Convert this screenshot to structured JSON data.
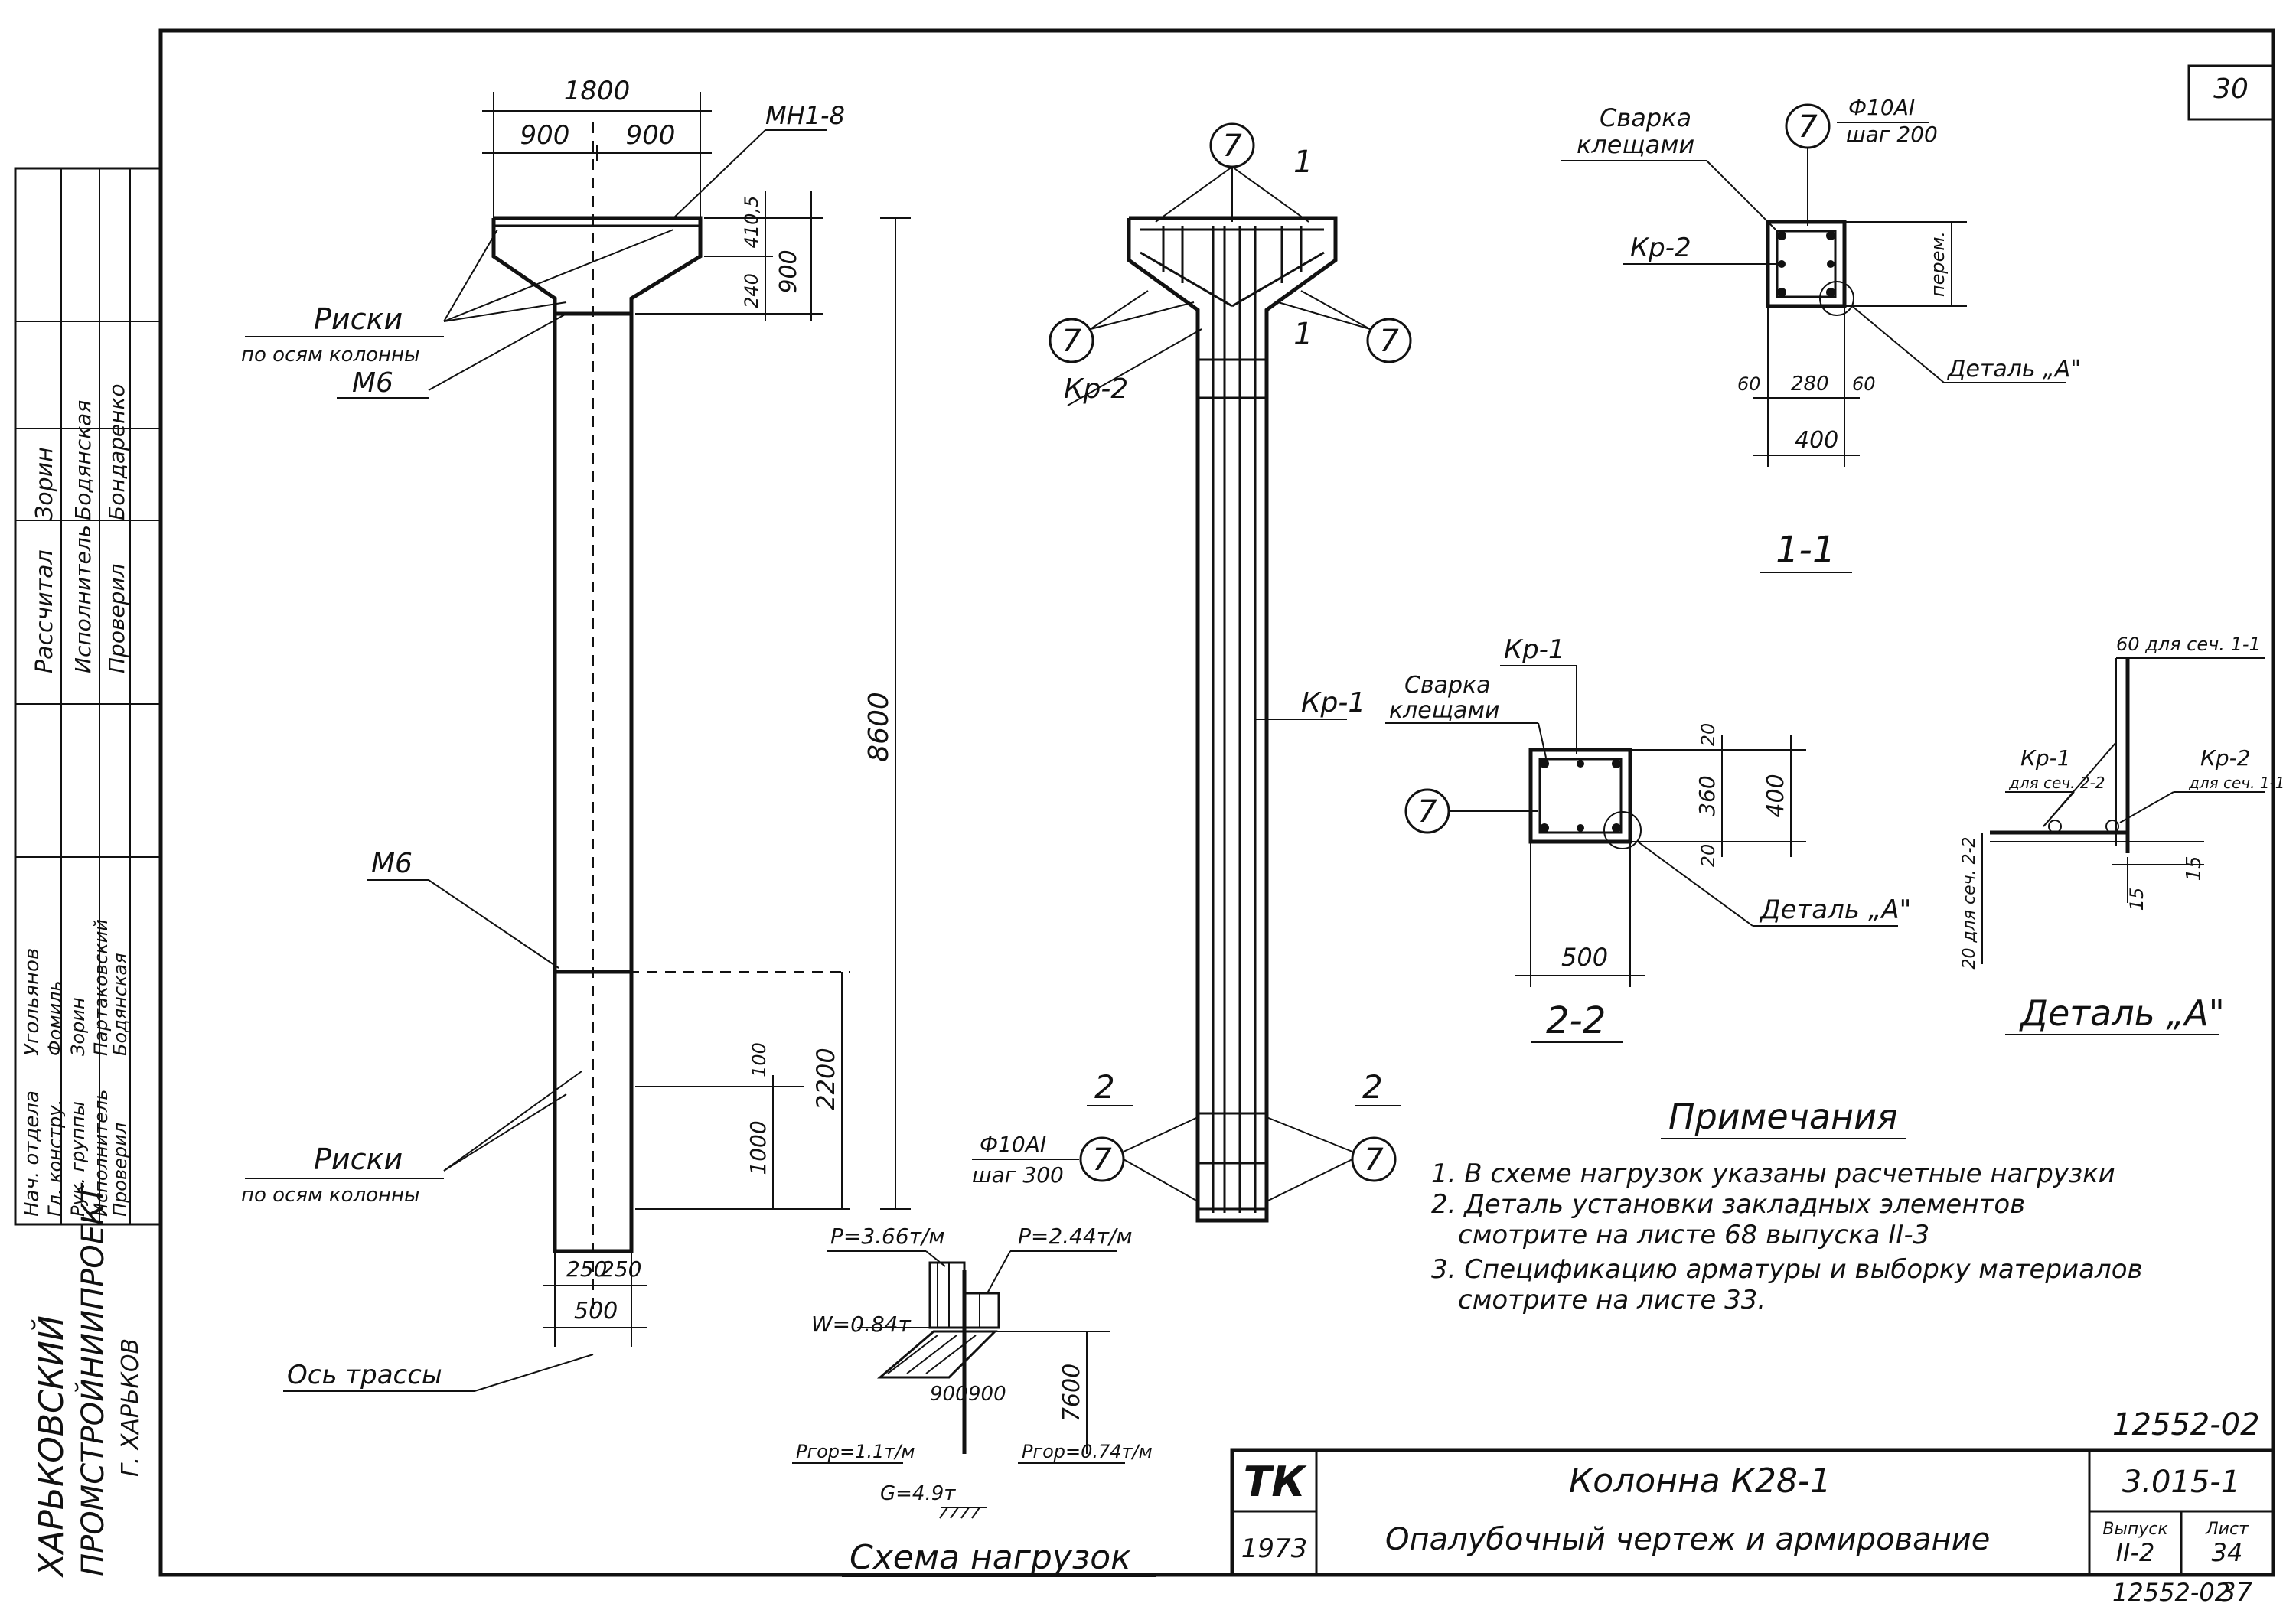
{
  "sheet_number_top": "30",
  "org": {
    "name1": "ХАРЬКОВСКИЙ",
    "name2": "ПРОМСТРОЙНИИПРОЕКТ",
    "city": "Г. ХАРЬКОВ"
  },
  "signatures": {
    "upper": [
      {
        "role": "Рассчитал",
        "name": "Зорин"
      },
      {
        "role": "Исполнитель",
        "name": "Бодянская"
      },
      {
        "role": "Проверил",
        "name": "Бондаренко"
      }
    ],
    "lower": [
      {
        "role": "Нач. отдела",
        "name": "Угольянов"
      },
      {
        "role": "Гл. констру.",
        "name": "Фомиль"
      },
      {
        "role": "Рук. группы",
        "name": "Зорин"
      },
      {
        "role": "Исполнитель",
        "name": "Партаковский"
      },
      {
        "role": "Проверил",
        "name": "Бодянская"
      }
    ]
  },
  "elevation": {
    "dim_total_width": "1800",
    "dim_half_left": "900",
    "dim_half_right": "900",
    "embedded_top": "МН1-8",
    "dim_head_height": "900",
    "dim_head_top": "410,5",
    "dim_head_taper": "240",
    "marks_label": "Риски",
    "marks_sub": "по осям колонны",
    "m6_top": "М6",
    "m6_mid": "М6",
    "dim_total_height": "8600",
    "dim_lower": "2200",
    "dim_lower_small": "100",
    "dim_lower_1000": "1000",
    "marks_label2": "Риски",
    "marks_sub2": "по осям колонны",
    "dim_b_left": "250",
    "dim_b_right": "250",
    "dim_b_total": "500",
    "axis_label": "Ось трассы"
  },
  "reinforcement": {
    "bubble_top": "7",
    "bubble_left": "7",
    "bubble_right": "7",
    "section_1_left": "1",
    "section_1_right": "1",
    "kr2": "Кр-2",
    "kr1": "Кр-1",
    "section_2_left": "2",
    "section_2_right": "2",
    "stirrup_label": "Ф10АI",
    "stirrup_step": "шаг 300",
    "bubble_bot_left": "7",
    "bubble_bot_right": "7"
  },
  "section_1_1": {
    "welding": "Сварка",
    "welding2": "клещами",
    "bubble": "7",
    "bar": "Ф10АI",
    "step": "шаг 200",
    "kr2": "Кр-2",
    "var": "перем.",
    "dim_a": "60",
    "dim_b": "280",
    "dim_c": "60",
    "dim_total": "400",
    "detail": "Деталь „А\"",
    "title": "1-1"
  },
  "section_2_2": {
    "kr1": "Кр-1",
    "welding": "Сварка",
    "welding2": "клещами",
    "bubble": "7",
    "dim_20a": "20",
    "dim_360": "360",
    "dim_20b": "20",
    "dim_400": "400",
    "dim_500": "500",
    "detail": "Деталь „А\"",
    "title": "2-2"
  },
  "detail_a": {
    "top_note": "60 для сеч. 1-1",
    "kr1": "Кр-1",
    "kr1_sub": "для сеч. 2-2",
    "kr2": "Кр-2",
    "kr2_sub": "для сеч. 1-1",
    "side_note": "20 для сеч. 2-2",
    "dim_15": "15",
    "dim_15b": "15",
    "title": "Деталь „А\""
  },
  "load_scheme": {
    "p_left": "Р=3.66т/м",
    "p_right": "Р=2.44т/м",
    "wind": "W=0.84т",
    "d1": "900",
    "d2": "900",
    "dim_h": "7600",
    "ptop_left": "Ргор=1.1т/м",
    "ptop_right": "Ргор=0.74т/м",
    "g": "G=4.9т",
    "title": "Схема нагрузок"
  },
  "notes": {
    "title": "Примечания",
    "n1": "1. В схеме нагрузок указаны расчетные нагрузки",
    "n2a": "2. Деталь установки закладных элементов",
    "n2b": "смотрите на листе 68 выпуска II-3",
    "n3a": "3. Спецификацию арматуры и выборку материалов",
    "n3b": "смотрите на листе 33."
  },
  "title_block": {
    "doc_number": "12552-02",
    "logo": "ТК",
    "year": "1973",
    "title1": "Колонна К28-1",
    "title2": "Опалубочный чертеж и армирование",
    "series": "3.015-1",
    "issue_label": "Выпуск",
    "issue": "II-2",
    "sheet_label": "Лист",
    "sheet": "34",
    "bottom_number": "12552-02",
    "bottom_page": "37"
  }
}
